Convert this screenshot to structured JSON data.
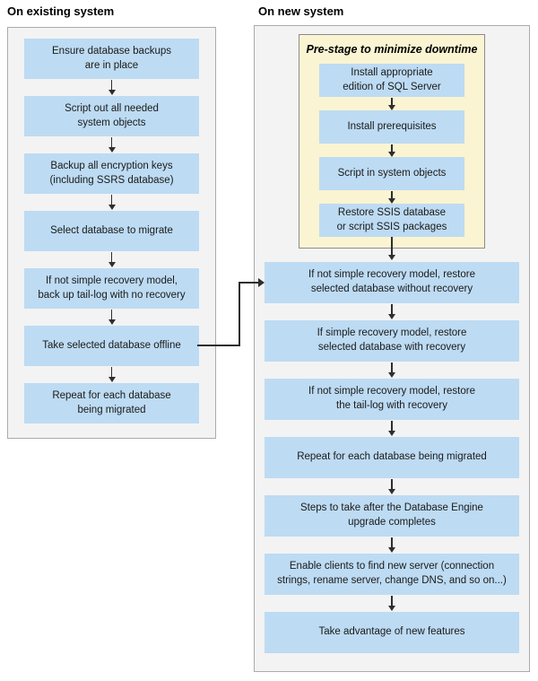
{
  "colors": {
    "box_blue": "#BDDBF3",
    "panel_gray": "#F3F3F3",
    "prestage_yellow": "#FAF4D2",
    "arrow": "#2E2E2E"
  },
  "existing_system": {
    "title": "On existing system",
    "boxes": [
      "Ensure database backups\nare in place",
      "Script out all needed\nsystem objects",
      "Backup all encryption keys\n(including SSRS database)",
      "Select database to migrate",
      "If not simple recovery model,\nback up tail-log with no recovery",
      "Take selected database offline",
      "Repeat for each database\nbeing migrated"
    ]
  },
  "new_system": {
    "title": "On new system",
    "prestage": {
      "title": "Pre-stage to minimize downtime",
      "boxes": [
        "Install appropriate\nedition of SQL Server",
        "Install prerequisites",
        "Script in system objects",
        "Restore SSIS database\nor script SSIS packages"
      ]
    },
    "boxes": [
      "If not simple recovery model, restore\nselected database without recovery",
      "If simple recovery model, restore\nselected database with recovery",
      "If not simple recovery model, restore\nthe tail-log with recovery",
      "Repeat for each database being migrated",
      "Steps to take after the Database Engine\nupgrade completes",
      "Enable clients to find new server (connection\nstrings, rename server, change DNS, and so on...)",
      "Take advantage of new features"
    ]
  }
}
